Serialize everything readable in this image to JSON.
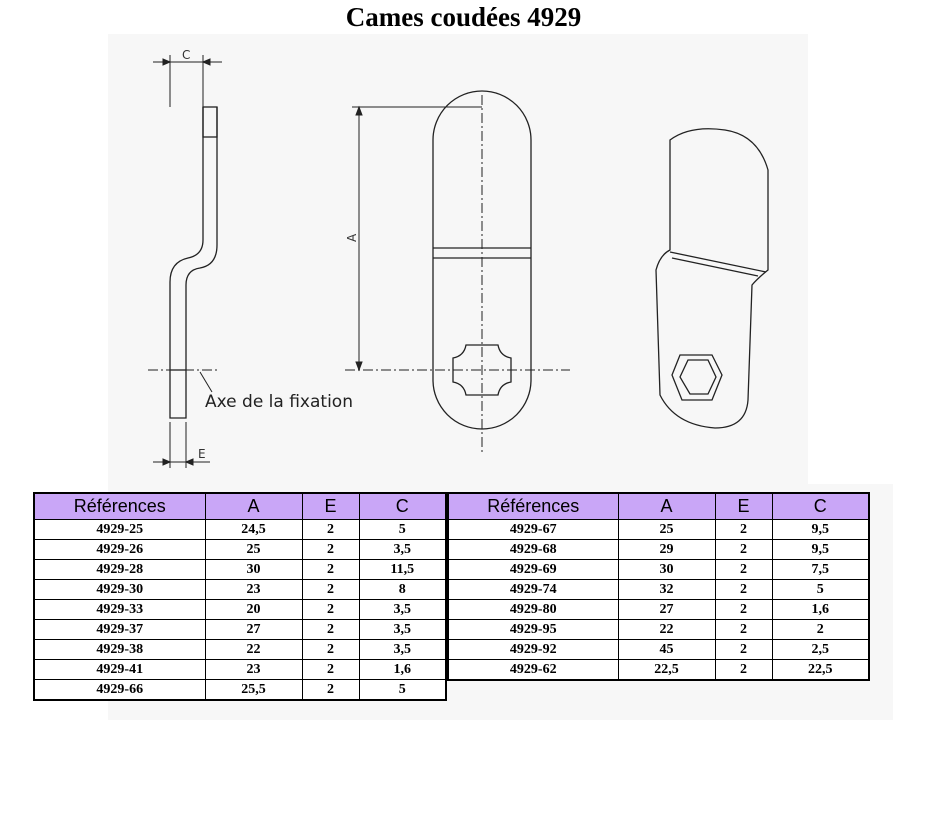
{
  "title": "Cames coudées  4929",
  "drawing": {
    "dim_c": "C",
    "dim_e": "E",
    "dim_a": "A",
    "axis_label": "Axe de la fixation"
  },
  "table": {
    "headers": [
      "Références",
      "A",
      "E",
      "C"
    ],
    "left_rows": [
      [
        "4929-25",
        "24,5",
        "2",
        "5"
      ],
      [
        "4929-26",
        "25",
        "2",
        "3,5"
      ],
      [
        "4929-28",
        "30",
        "2",
        "11,5"
      ],
      [
        "4929-30",
        "23",
        "2",
        "8"
      ],
      [
        "4929-33",
        "20",
        "2",
        "3,5"
      ],
      [
        "4929-37",
        "27",
        "2",
        "3,5"
      ],
      [
        "4929-38",
        "22",
        "2",
        "3,5"
      ],
      [
        "4929-41",
        "23",
        "2",
        "1,6"
      ],
      [
        "4929-66",
        "25,5",
        "2",
        "5"
      ]
    ],
    "right_rows": [
      [
        "4929-67",
        "25",
        "2",
        "9,5"
      ],
      [
        "4929-68",
        "29",
        "2",
        "9,5"
      ],
      [
        "4929-69",
        "30",
        "2",
        "7,5"
      ],
      [
        "4929-74",
        "32",
        "2",
        "5"
      ],
      [
        "4929-80",
        "27",
        "2",
        "1,6"
      ],
      [
        "4929-95",
        "22",
        "2",
        "2"
      ],
      [
        "4929-92",
        "45",
        "2",
        "2,5"
      ],
      [
        "4929-62",
        "22,5",
        "2",
        "22,5"
      ]
    ]
  }
}
